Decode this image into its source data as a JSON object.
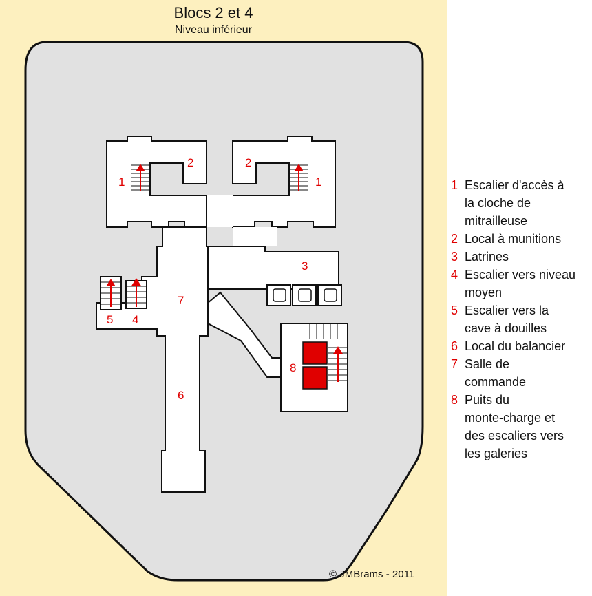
{
  "header": {
    "title": "Blocs 2 et 4",
    "subtitle": "Niveau inférieur"
  },
  "rooms": [
    {
      "id": "1a",
      "num": "1"
    },
    {
      "id": "2a",
      "num": "2"
    },
    {
      "id": "2b",
      "num": "2"
    },
    {
      "id": "1b",
      "num": "1"
    },
    {
      "id": "3",
      "num": "3"
    },
    {
      "id": "7",
      "num": "7"
    },
    {
      "id": "5",
      "num": "5"
    },
    {
      "id": "4",
      "num": "4"
    },
    {
      "id": "8",
      "num": "8"
    },
    {
      "id": "6",
      "num": "6"
    }
  ],
  "legend": [
    {
      "num": "1",
      "lines": [
        "Escalier d'accès à",
        "la cloche de",
        "mitrailleuse"
      ]
    },
    {
      "num": "2",
      "lines": [
        "Local à munitions"
      ]
    },
    {
      "num": "3",
      "lines": [
        "Latrines"
      ]
    },
    {
      "num": "4",
      "lines": [
        "Escalier vers niveau",
        "moyen"
      ]
    },
    {
      "num": "5",
      "lines": [
        "Escalier vers la",
        "cave à douilles"
      ]
    },
    {
      "num": "6",
      "lines": [
        "Local du balancier"
      ]
    },
    {
      "num": "7",
      "lines": [
        "Salle de",
        "commande"
      ]
    },
    {
      "num": "8",
      "lines": [
        "Puits du",
        "monte-charge et",
        "des escaliers vers",
        "les galeries"
      ]
    }
  ],
  "footer": {
    "copyright": "©  JMBrams  -  2011"
  },
  "colors": {
    "background": "#fdf0bf",
    "ground": "#e1e1e1",
    "rooms": "#ffffff",
    "accent": "#e00000",
    "line": "#111111"
  }
}
